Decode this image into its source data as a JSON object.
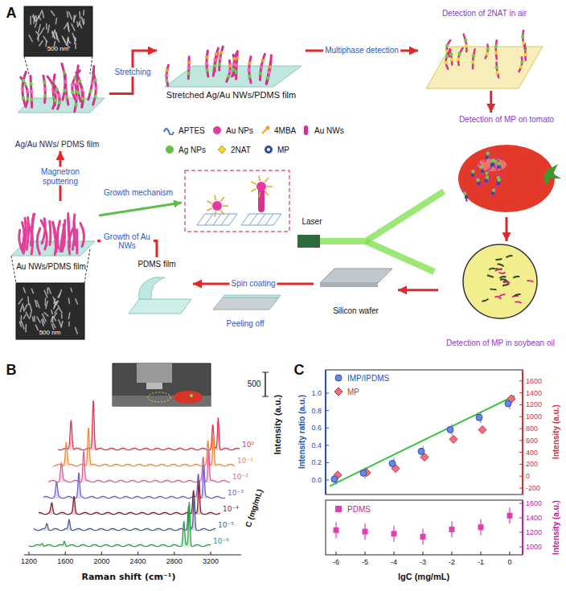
{
  "diagram": {
    "nodes": [
      {
        "text": [
          "Ag/Au NWs/ PDMS film"
        ]
      },
      {
        "text": [
          "Stretched Ag/Au NWs/PDMS film"
        ]
      },
      {
        "text": [
          "Detection of 2NAT in air"
        ]
      },
      {
        "text": [
          "Detection of MP on tomato"
        ]
      },
      {
        "text": [
          "Detection of MP in soybean oil"
        ]
      },
      {
        "text": [
          "Au NWs/PDMS film"
        ]
      },
      {
        "text": [
          "PDMS film"
        ]
      },
      {
        "text": [
          "Silicon wafer"
        ]
      }
    ],
    "edges": [
      {
        "from": 5,
        "to": 0,
        "arrow": "to",
        "label": "Magnetron sputtering"
      },
      {
        "from": 0,
        "to": 1,
        "arrow": "to",
        "label": "Stretching"
      },
      {
        "from": 1,
        "to": 2,
        "arrow": "to",
        "label": "Multiphase detection"
      },
      {
        "from": 2,
        "to": 3,
        "arrow": "to"
      },
      {
        "from": 3,
        "to": 4,
        "arrow": "to"
      },
      {
        "from": 4,
        "to": 7,
        "arrow": "to"
      },
      {
        "from": 7,
        "to": 6,
        "arrow": "to",
        "label": "Spin coating"
      },
      {
        "from": 6,
        "to": 5,
        "arrow": "to",
        "label": "Growth of Au NWs"
      }
    ],
    "labels": [
      "A",
      "500 nm",
      "500 nm",
      "Growth mechanism",
      "Laser",
      "Peeling off",
      "B",
      "500",
      "Intensity (a.u.)",
      "C (mg/mL)",
      "10⁰",
      "10⁻¹",
      "10⁻²",
      "10⁻³",
      "10⁻⁴",
      "10⁻⁵",
      "10⁻⁶",
      "1200",
      "1600",
      "2000",
      "2400",
      "2800",
      "3200",
      "Raman shift (cm⁻¹)",
      "C",
      "Intensity ratio (a.u.)",
      "0.0",
      "0.2",
      "0.4",
      "0.6",
      "0.8",
      "1.0",
      "Intensity (a.u.)",
      "-200",
      "0",
      "200",
      "400",
      "600",
      "800",
      "1000",
      "1200",
      "1400",
      "1600",
      "Intensity (a.u.)",
      "1000",
      "1200",
      "1400",
      "1600",
      "-6",
      "-5",
      "-4",
      "-3",
      "-2",
      "-1",
      "0",
      "lgC (mg/mL)"
    ],
    "legend": [
      {
        "text": "APTES"
      },
      {
        "text": "Au NPs",
        "color": "#e6399b"
      },
      {
        "text": "4MBA"
      },
      {
        "text": "Au NWs"
      },
      {
        "text": "Ag NPs",
        "color": "#5ec24a"
      },
      {
        "text": "2NAT"
      },
      {
        "text": "MP"
      },
      {
        "text": "IMP/IPDMS"
      },
      {
        "text": "MP"
      },
      {
        "text": "PDMS"
      }
    ]
  }
}
